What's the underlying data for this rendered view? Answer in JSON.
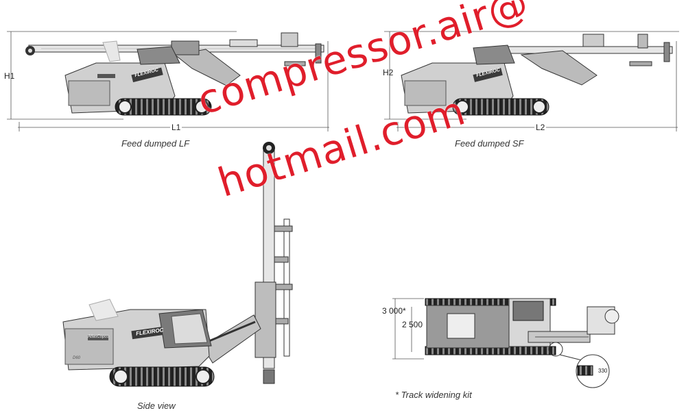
{
  "captions": {
    "feed_lf": "Feed dumped LF",
    "feed_sf": "Feed dumped SF",
    "side_view": "Side view",
    "track_kit": "* Track widening kit"
  },
  "dimensions": {
    "h1": "H1",
    "l1": "L1",
    "h2": "H2",
    "l2": "L2",
    "width_ext": "3 000*",
    "width_std": "2 500",
    "detail_value": "330"
  },
  "machine": {
    "model_label": "FLEXIROC",
    "brand_label": "AtlasCopco",
    "series_label": "D60"
  },
  "watermark": {
    "line1": "compressor.air@",
    "line2": "hotmail.com",
    "color": "#e01e2b"
  }
}
